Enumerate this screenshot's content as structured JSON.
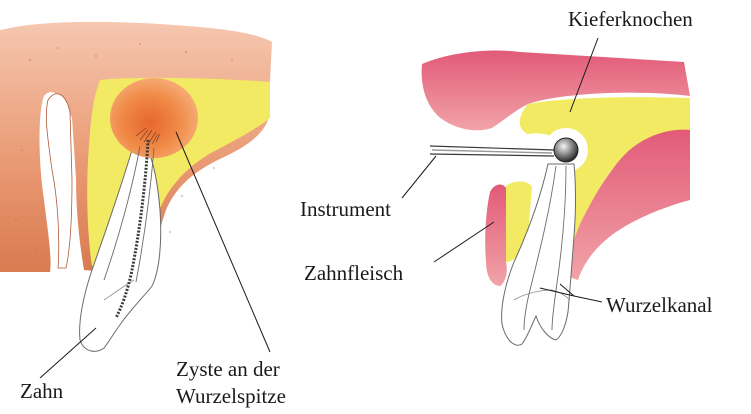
{
  "labels": {
    "zahn": "Zahn",
    "zyste_line1": "Zyste an der",
    "zyste_line2": "Wurzelspitze",
    "kieferknochen": "Kieferknochen",
    "instrument": "Instrument",
    "zahnfleisch": "Zahnfleisch",
    "wurzelkanal": "Wurzelkanal"
  },
  "colors": {
    "gum_pink": "#e46d86",
    "gum_light": "#f1a3a8",
    "bone_salmon": "#e99a74",
    "bone_yellow": "#f2ea62",
    "cyst_orange": "#f08a47",
    "ink": "#1a1a1a",
    "background": "#ffffff"
  }
}
